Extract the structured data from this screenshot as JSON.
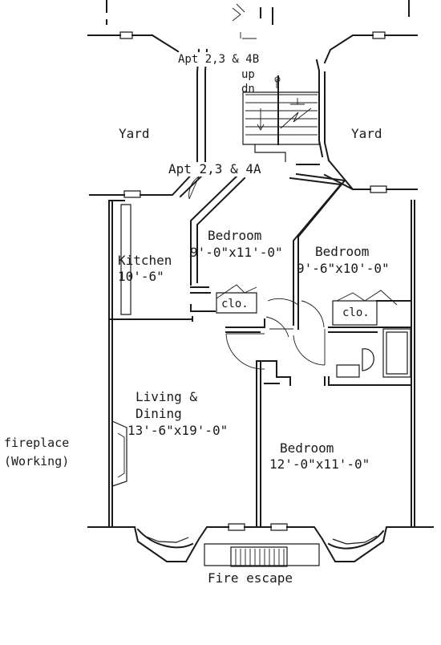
{
  "plan": {
    "stair_top": "Apt 2,3 & 4B",
    "stair_up": "up",
    "stair_down": "dn",
    "entry": "Apt 2,3 & 4A",
    "yard_left": "Yard",
    "yard_right": "Yard",
    "fire_escape": "Fire escape",
    "fireplace_line1": "fireplace",
    "fireplace_line2": "(Working)"
  },
  "rooms": [
    {
      "name": "Bedroom",
      "dimensions": "9'-0\"x11'-0\""
    },
    {
      "name": "Bedroom",
      "dimensions": "9'-6\"x10'-0\""
    },
    {
      "name": "Kitchen",
      "dimensions": "10'-6\""
    },
    {
      "name": "Living &",
      "name2": "Dining",
      "dimensions": "13'-6\"x19'-0\""
    },
    {
      "name": "Bedroom",
      "dimensions": "12'-0\"x11'-0\""
    }
  ],
  "closets": [
    "clo.",
    "clo."
  ],
  "colors": {
    "ink": "#1a1a1a",
    "paper": "#ffffff"
  }
}
